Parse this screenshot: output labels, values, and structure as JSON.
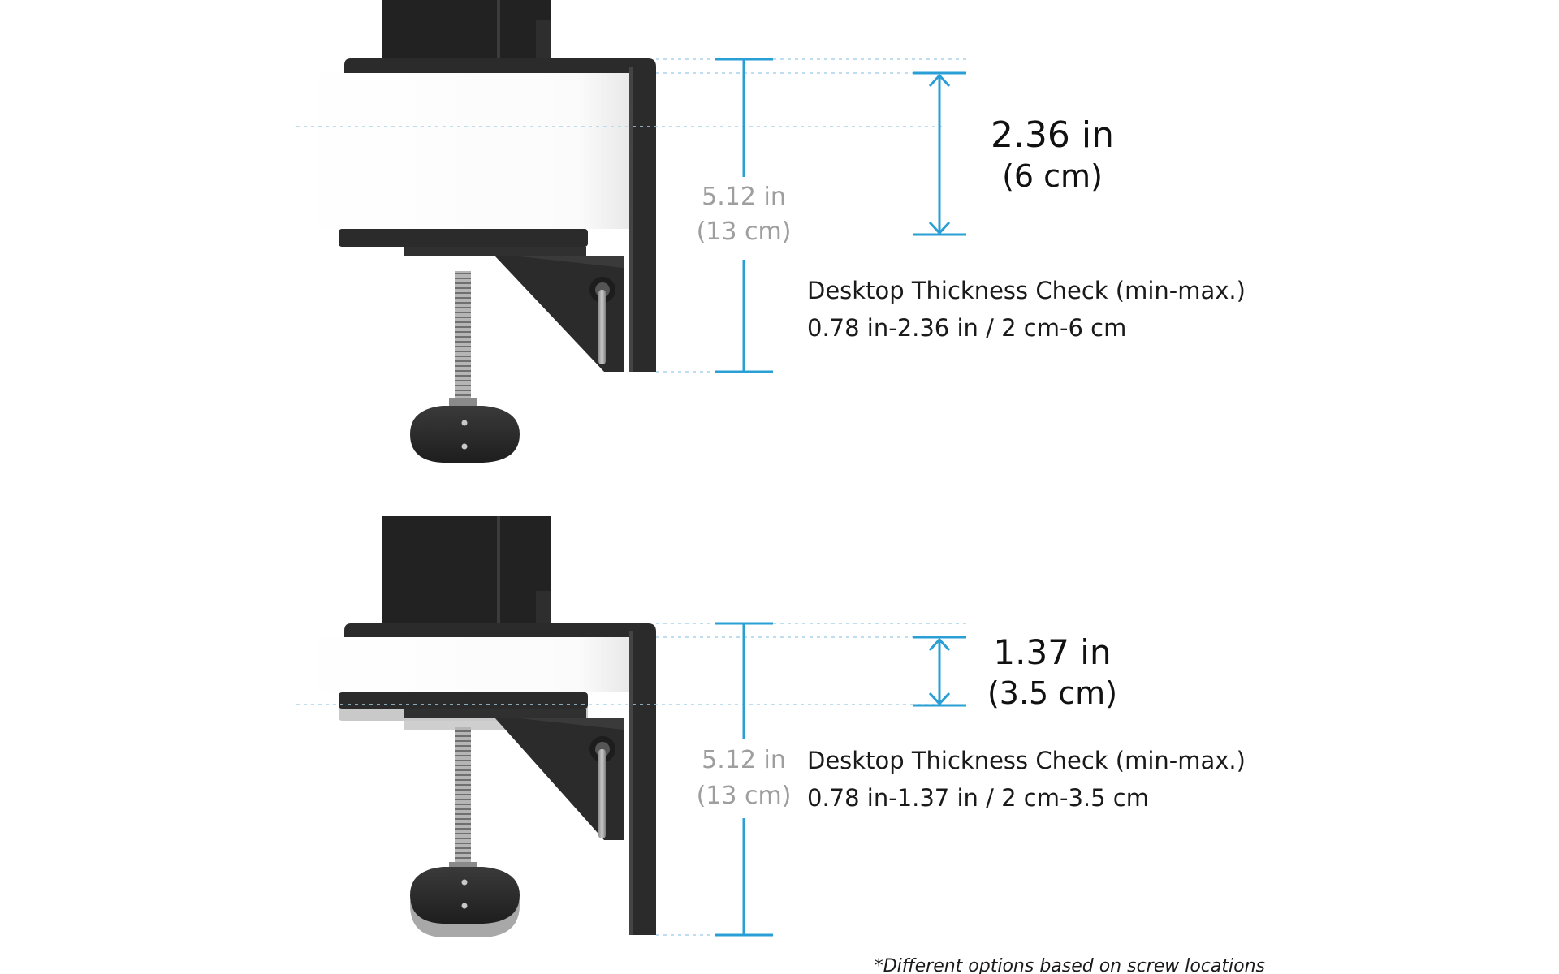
{
  "colors": {
    "accent": "#2a9fd6",
    "clamp": "#2b2b2b",
    "clamp_dark": "#1c1c1c",
    "desk": "#f6f6f6",
    "gray_label": "#9e9e9e",
    "text": "#111111"
  },
  "top_panel": {
    "clamp_height_in": "5.12 in",
    "clamp_height_cm": "(13 cm)",
    "max_thickness_in": "2.36 in",
    "max_thickness_cm": "(6 cm)",
    "check_title": "Desktop Thickness Check (min-max.)",
    "check_range": "0.78 in-2.36 in / 2 cm-6 cm"
  },
  "bottom_panel": {
    "clamp_height_in": "5.12 in",
    "clamp_height_cm": "(13 cm)",
    "max_thickness_in": "1.37 in",
    "max_thickness_cm": "(3.5 cm)",
    "check_title": "Desktop Thickness Check (min-max.)",
    "check_range": "0.78 in-1.37 in / 2 cm-3.5 cm"
  },
  "footnote": "*Different options based on screw locations"
}
